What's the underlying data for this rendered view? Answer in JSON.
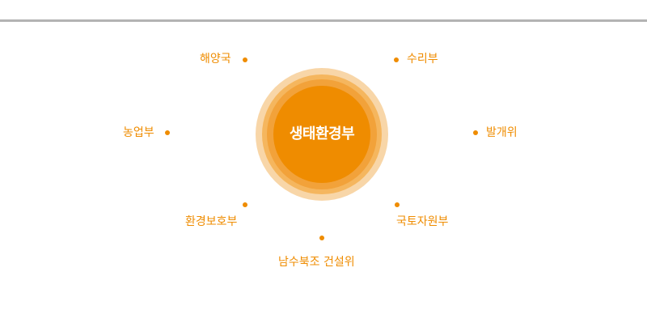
{
  "diagram": {
    "center_label": "생태환경부",
    "nodes": [
      {
        "label": "해양국"
      },
      {
        "label": "수리부"
      },
      {
        "label": "농업부"
      },
      {
        "label": "발개위"
      },
      {
        "label": "환경보호부"
      },
      {
        "label": "국토자원부"
      },
      {
        "label": "남수북조 건설위"
      }
    ],
    "colors": {
      "accent": "#ef8c00",
      "rule": "#b3b3b3"
    }
  }
}
